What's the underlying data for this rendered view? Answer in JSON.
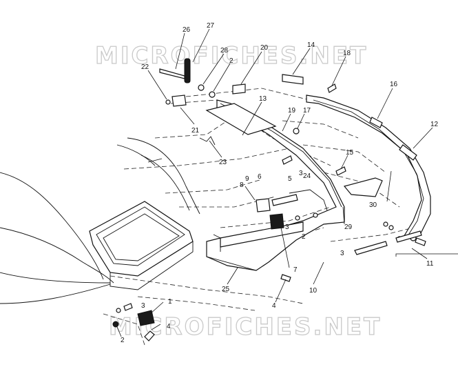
{
  "watermark": {
    "top": "MICROFICHES.NET",
    "bottom": "MICROFICHES.NET"
  },
  "callouts": [
    {
      "id": "c26",
      "text": "26"
    },
    {
      "id": "c27",
      "text": "27"
    },
    {
      "id": "c28",
      "text": "28"
    },
    {
      "id": "c2a",
      "text": "2"
    },
    {
      "id": "c20",
      "text": "20"
    },
    {
      "id": "c14",
      "text": "14"
    },
    {
      "id": "c18",
      "text": "18"
    },
    {
      "id": "c22",
      "text": "22"
    },
    {
      "id": "c13",
      "text": "13"
    },
    {
      "id": "c19",
      "text": "19"
    },
    {
      "id": "c17",
      "text": "17"
    },
    {
      "id": "c16",
      "text": "16"
    },
    {
      "id": "c12",
      "text": "12"
    },
    {
      "id": "c21",
      "text": "21"
    },
    {
      "id": "c23",
      "text": "23"
    },
    {
      "id": "c15",
      "text": "15"
    },
    {
      "id": "c3a",
      "text": "3"
    },
    {
      "id": "c24",
      "text": "24"
    },
    {
      "id": "c9",
      "text": "9"
    },
    {
      "id": "c6",
      "text": "6"
    },
    {
      "id": "c5",
      "text": "5"
    },
    {
      "id": "c8",
      "text": "8"
    },
    {
      "id": "c30",
      "text": "30"
    },
    {
      "id": "c3b",
      "text": "3"
    },
    {
      "id": "c2b",
      "text": "2"
    },
    {
      "id": "c29",
      "text": "29"
    },
    {
      "id": "c3c",
      "text": "3"
    },
    {
      "id": "c7",
      "text": "7"
    },
    {
      "id": "c11",
      "text": "11"
    },
    {
      "id": "c25",
      "text": "25"
    },
    {
      "id": "c10",
      "text": "10"
    },
    {
      "id": "c4a",
      "text": "4"
    },
    {
      "id": "c1",
      "text": "1"
    },
    {
      "id": "c3d",
      "text": "3"
    },
    {
      "id": "c2c",
      "text": "2"
    },
    {
      "id": "c4b",
      "text": "4"
    }
  ]
}
